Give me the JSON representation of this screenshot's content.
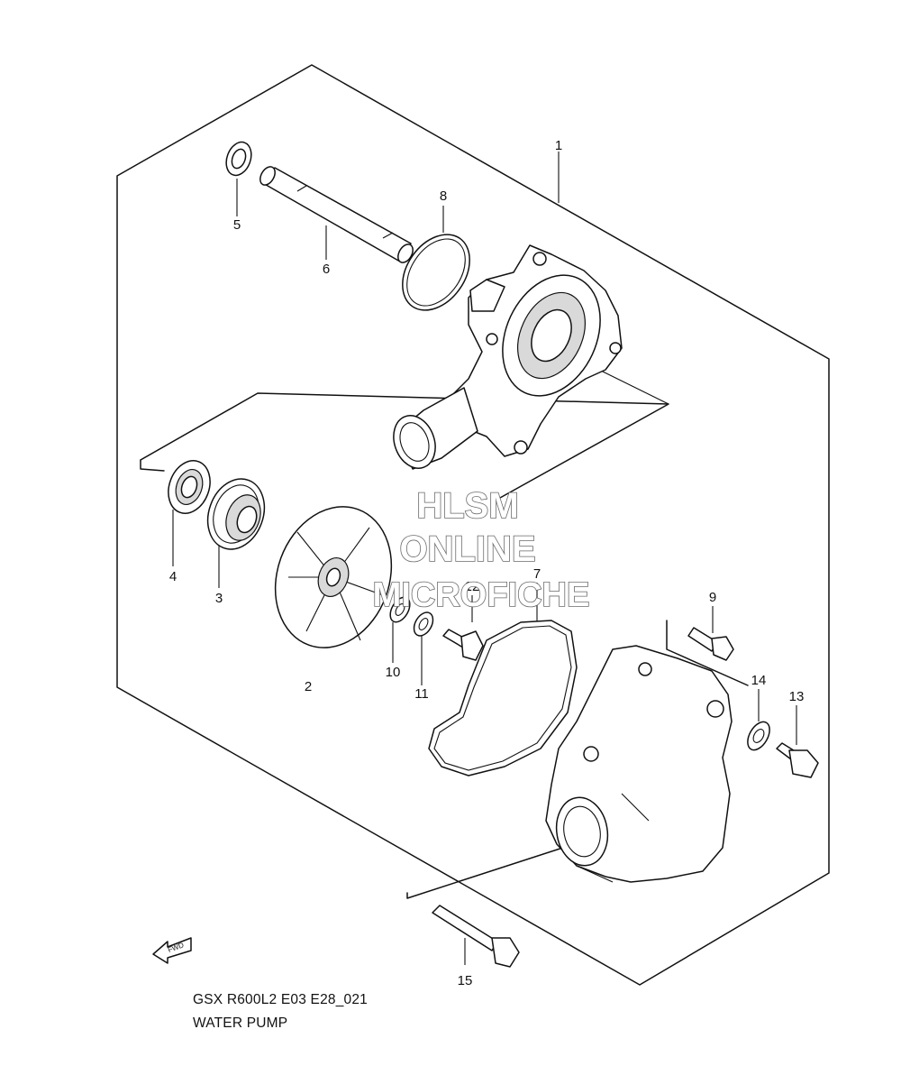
{
  "callouts": {
    "c1": "1",
    "c2": "2",
    "c3": "3",
    "c4": "4",
    "c5": "5",
    "c6": "6",
    "c7": "7",
    "c8": "8",
    "c9": "9",
    "c10": "10",
    "c11": "11",
    "c12": "12",
    "c13": "13",
    "c14": "14",
    "c15": "15"
  },
  "watermark": {
    "line1": "HLSM",
    "line2": "ONLINE",
    "line3": "MICROFICHE"
  },
  "fwd_label": "FWD",
  "caption": {
    "model": "GSX R600L2 E03 E28_021",
    "title": "WATER PUMP"
  },
  "colors": {
    "ink": "#111111",
    "watermark_outline": "#6a6a6a",
    "background": "#ffffff"
  }
}
